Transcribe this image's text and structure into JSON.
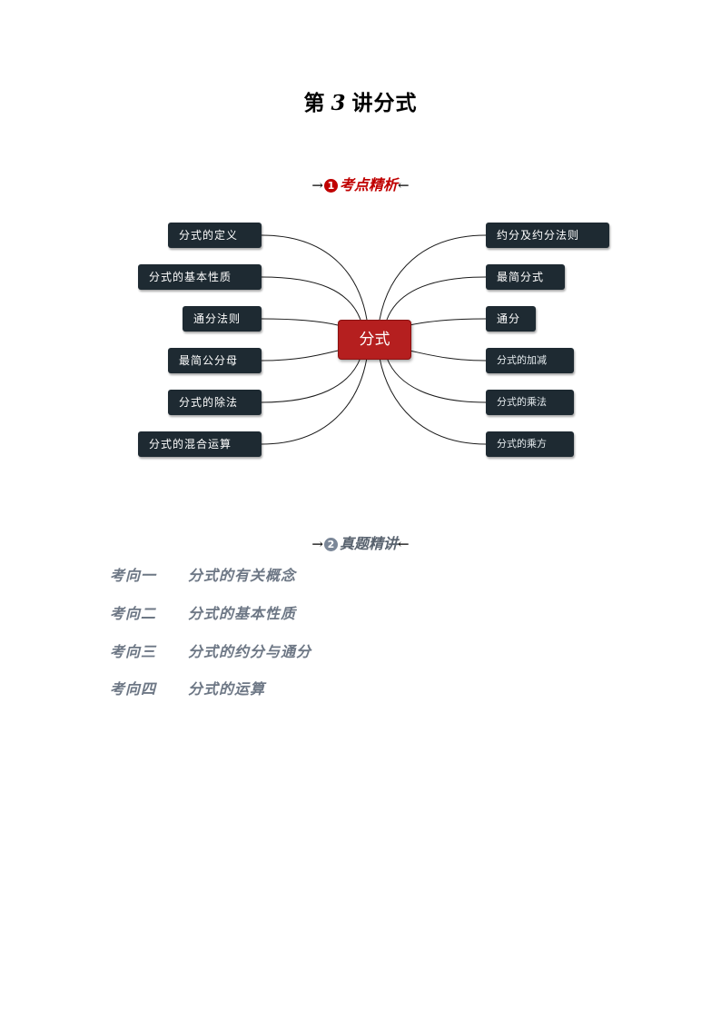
{
  "title": {
    "prefix": "第",
    "number": "3",
    "suffix": "讲分式"
  },
  "section1": {
    "arrow_left": "→",
    "badge": "1",
    "label": "考点精析",
    "arrow_right": "←"
  },
  "mindmap": {
    "center": "分式",
    "left_nodes": [
      "分式的定义",
      "分式的基本性质",
      "通分法则",
      "最简公分母",
      "分式的除法",
      "分式的混合运算"
    ],
    "right_nodes": [
      "约分及约分法则",
      "最简分式",
      "通分",
      "分式的加减",
      "分式的乘法",
      "分式的乘方"
    ],
    "center_color": "#b51f1f",
    "node_color": "#1e2a32"
  },
  "section2": {
    "arrow_left": "→",
    "badge": "2",
    "label": "真题精讲",
    "arrow_right": "←"
  },
  "topics": [
    {
      "num": "考向一",
      "text": "分式的有关概念"
    },
    {
      "num": "考向二",
      "text": "分式的基本性质"
    },
    {
      "num": "考向三",
      "text": "分式的约分与通分"
    },
    {
      "num": "考向四",
      "text": "分式的运算"
    }
  ]
}
